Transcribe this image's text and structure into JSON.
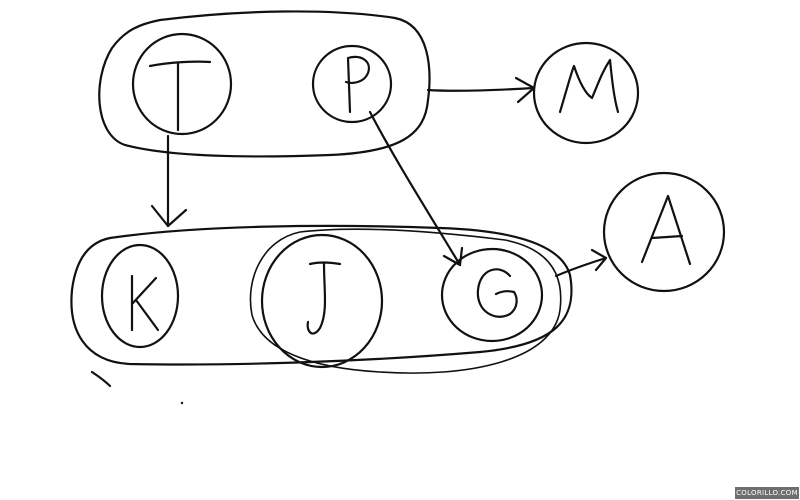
{
  "diagram": {
    "nodes": [
      {
        "id": "T",
        "label": "T"
      },
      {
        "id": "P",
        "label": "P"
      },
      {
        "id": "M",
        "label": "M"
      },
      {
        "id": "K",
        "label": "K"
      },
      {
        "id": "J",
        "label": "J"
      },
      {
        "id": "G",
        "label": "G"
      },
      {
        "id": "A",
        "label": "A"
      }
    ],
    "groups": [
      {
        "id": "top-group",
        "members": [
          "T",
          "P"
        ]
      },
      {
        "id": "bottom-group",
        "members": [
          "K",
          "J",
          "G"
        ]
      },
      {
        "id": "j-g-group",
        "members": [
          "J",
          "G"
        ]
      }
    ],
    "edges": [
      {
        "from": "top-group",
        "to": "M"
      },
      {
        "from": "T",
        "to": "bottom-group"
      },
      {
        "from": "P",
        "to": "G"
      },
      {
        "from": "bottom-group",
        "to": "A"
      }
    ]
  },
  "watermark": "COLORILLO.COM"
}
